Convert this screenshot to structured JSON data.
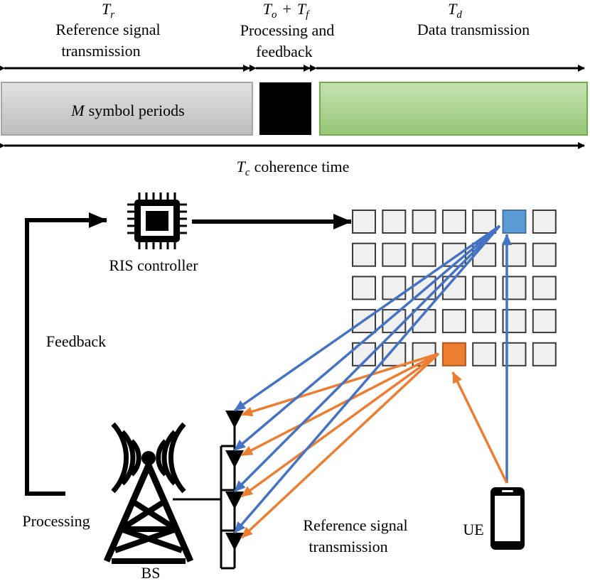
{
  "timeline": {
    "reference": {
      "symbol": "T",
      "sub": "r",
      "line1": "Reference signal",
      "line2": "transmission"
    },
    "processing": {
      "sym1": "T",
      "sub1": "o",
      "op": "+",
      "sym2": "T",
      "sub2": "f",
      "line1": "Processing and",
      "line2": "feedback"
    },
    "data": {
      "symbol": "T",
      "sub": "d",
      "line1": "Data transmission"
    },
    "symbol_periods": {
      "var": "M",
      "text": "symbol periods"
    },
    "coherence": {
      "symbol": "T",
      "sub": "c",
      "text": "coherence time"
    }
  },
  "labels": {
    "ris_controller": "RIS controller",
    "feedback": "Feedback",
    "processing": "Processing",
    "bs": "BS",
    "ue": "UE",
    "ref_line1": "Reference signal",
    "ref_line2": "transmission"
  },
  "colors": {
    "blue": "#4472c4",
    "orange": "#ed7d31",
    "ref_block": "#c8c8c8",
    "data_block": "#a9d18e",
    "ris_element": "#f0f0f0",
    "ris_active_blue": "#5b9bd5",
    "ris_active_orange": "#ed7d31"
  },
  "ris": {
    "rows": 5,
    "cols": 7,
    "active_blue": [
      0,
      5
    ],
    "active_orange": [
      4,
      3
    ]
  },
  "icons": [
    "chip-icon",
    "cell-tower-icon",
    "smartphone-icon",
    "antenna-icon"
  ]
}
